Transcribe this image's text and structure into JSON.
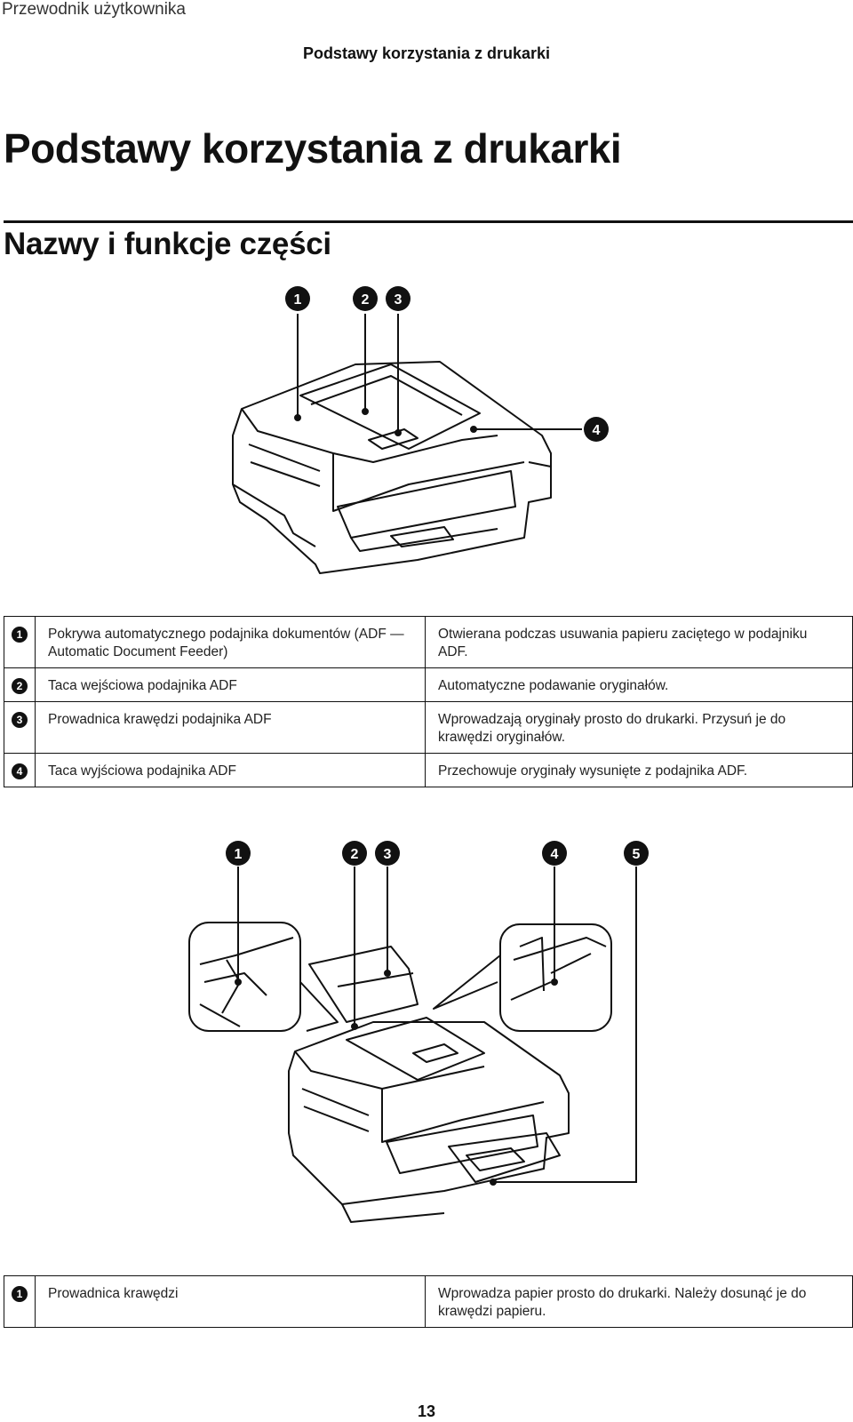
{
  "header": {
    "running_title": "Przewodnik użytkownika",
    "section_header": "Podstawy korzystania z drukarki"
  },
  "heading": "Podstawy korzystania z drukarki",
  "subheading": "Nazwy i funkcje części",
  "figure1": {
    "callouts": [
      "1",
      "2",
      "3",
      "4"
    ]
  },
  "table1": {
    "rows": [
      {
        "num": "1",
        "name": "Pokrywa automatycznego podajnika dokumentów (ADF — Automatic Document Feeder)",
        "desc": "Otwierana podczas usuwania papieru zaciętego w podajniku ADF."
      },
      {
        "num": "2",
        "name": "Taca wejściowa podajnika ADF",
        "desc": "Automatyczne podawanie oryginałów."
      },
      {
        "num": "3",
        "name": "Prowadnica krawędzi podajnika ADF",
        "desc": "Wprowadzają oryginały prosto do drukarki. Przysuń je do krawędzi oryginałów."
      },
      {
        "num": "4",
        "name": "Taca wyjściowa podajnika ADF",
        "desc": "Przechowuje oryginały wysunięte z podajnika ADF."
      }
    ]
  },
  "figure2": {
    "callouts": [
      "1",
      "2",
      "3",
      "4",
      "5"
    ]
  },
  "table2": {
    "rows": [
      {
        "num": "1",
        "name": "Prowadnica krawędzi",
        "desc": "Wprowadza papier prosto do drukarki. Należy dosunąć je do krawędzi papieru."
      }
    ]
  },
  "page_number": "13"
}
